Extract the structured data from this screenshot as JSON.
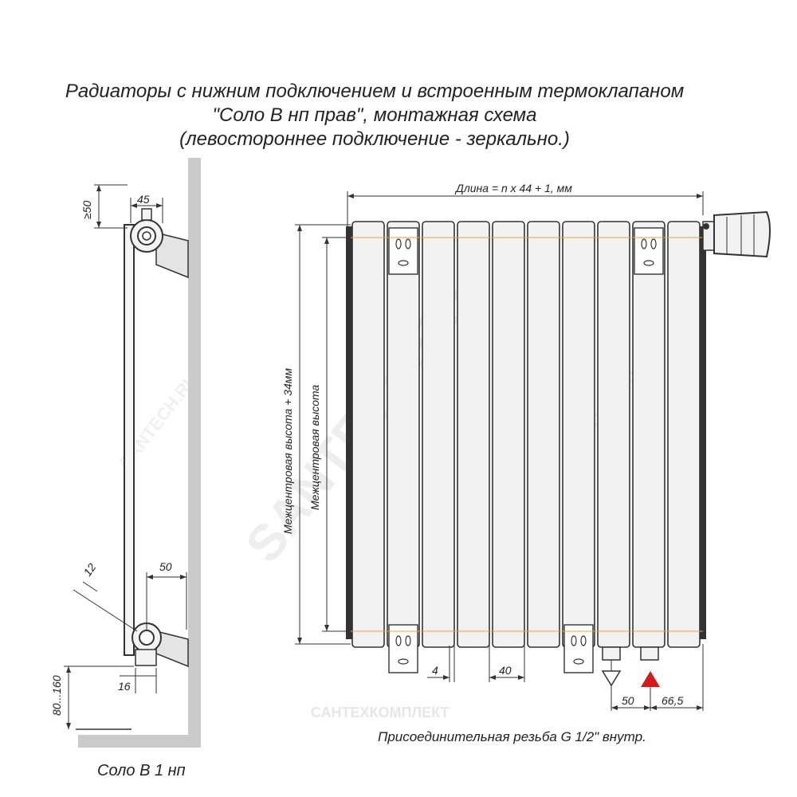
{
  "title": {
    "line1": "Радиаторы с нижним подключением и встроенным термоклапаном",
    "line2": "\"Соло В нп прав\", монтажная схема",
    "line3": "(левостороннее подключение - зеркально.)"
  },
  "side_view": {
    "caption": "Соло В 1 нп",
    "dim_top_gap": "≥50",
    "dim_top_width": "45",
    "dim_bottom_width": "50",
    "dim_angle": "12",
    "dim_pipe": "16",
    "dim_floor": "80...160"
  },
  "front_view": {
    "dim_length": "Длина = n x 44 + 1, мм",
    "dim_height_outer": "Межцентровая высота + 34мм",
    "dim_height_inner": "Межцентровая высота",
    "dim_gap": "4",
    "dim_section": "40",
    "dim_pipe_spacing": "50",
    "dim_pipe_offset": "66,5",
    "thread_note": "Присоединительная резьба G 1/2\" внутр.",
    "sections": 10
  },
  "watermarks": {
    "main": "SANTECH.RU",
    "small": "СANTECH.RU",
    "company": "САНТЕХКОМПЛЕКТ"
  },
  "colors": {
    "line": "#333333",
    "section_fill": "#f2f2f2",
    "axis_orange": "#e8a040",
    "inlet_red": "#d11a1a",
    "wall_gray": "#c9c9c9",
    "watermark": "#e8e8e8"
  }
}
